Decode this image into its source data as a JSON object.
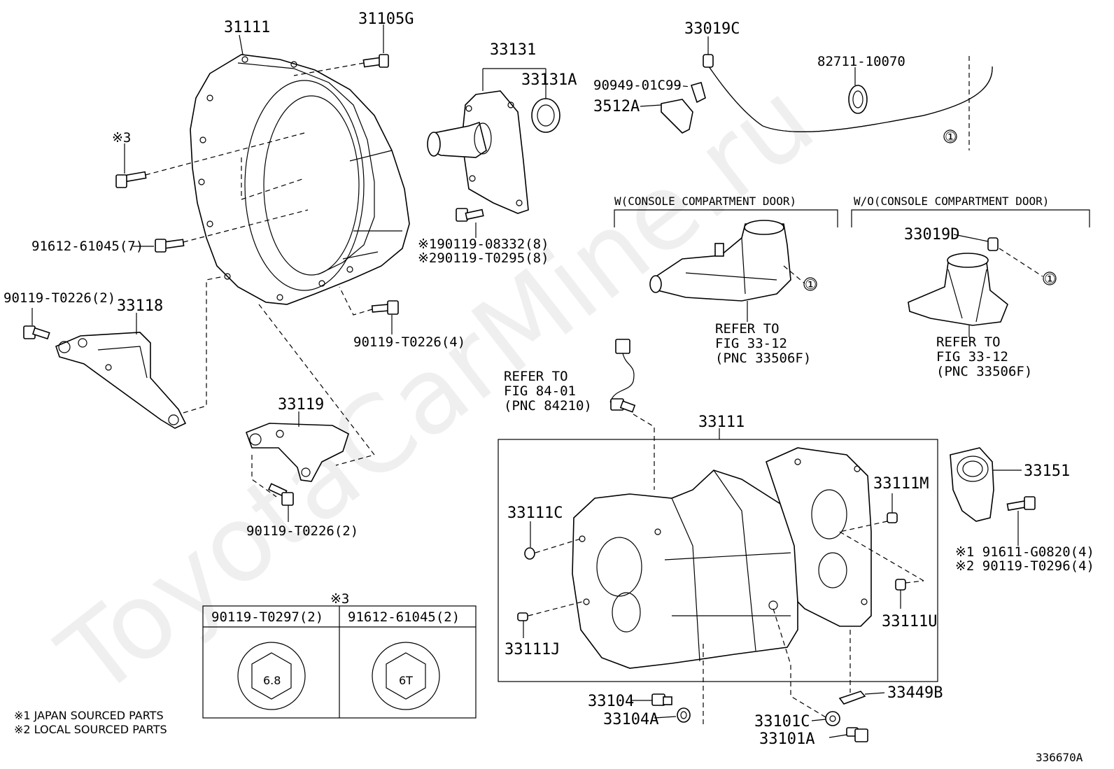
{
  "watermark": "ToyotaCarMine.ru",
  "figure_code": "336670A",
  "labels": {
    "p31111_top": "31111",
    "p31105G": "31105G",
    "p33131": "33131",
    "p33131A": "33131A",
    "p33019C": "33019C",
    "p82711": "82711-10070",
    "p90949": "90949-01C99",
    "p3512A": "3512A",
    "p_x3": "※3",
    "p91612_7": "91612-61045(7)",
    "p90119_2a": "90119-T0226(2)",
    "p33118": "33118",
    "p90119_4": "90119-T0226(4)",
    "p190119": "※190119-08332(8)",
    "p290119": "※290119-T0295(8)",
    "p33119": "33119",
    "p90119_2b": "90119-T0226(2)",
    "w_console": "W(CONSOLE COMPARTMENT DOOR)",
    "wo_console": "W/O(CONSOLE COMPARTMENT DOOR)",
    "p33019D": "33019D",
    "circle1": "①",
    "refer_a1": "REFER TO",
    "refer_a2": "FIG 33-12",
    "refer_a3": "(PNC 33506F)",
    "refer_b1": "REFER TO",
    "refer_b2": "FIG 33-12",
    "refer_b3": "(PNC 33506F)",
    "refer_c1": "REFER TO",
    "refer_c2": "FIG 84-01",
    "refer_c3": "(PNC 84210)",
    "p33111_mid": "33111",
    "p33111C": "33111C",
    "p33111J": "33111J",
    "p33111M": "33111M",
    "p33111U": "33111U",
    "p33151": "33151",
    "p91611": "※1 91611-G0820(4)",
    "p90119_T0296": "※2 90119-T0296(4)",
    "p33104": "33104",
    "p33104A": "33104A",
    "p33101C": "33101C",
    "p33101A": "33101A",
    "p33449B": "33449B"
  },
  "bolt_table": {
    "note": "※3",
    "col1_header": "90119-T0297(2)",
    "col2_header": "91612-61045(2)",
    "col1_mark": "6.8",
    "col2_mark": "6T"
  },
  "footnotes": {
    "line1": "※1 JAPAN SOURCED PARTS",
    "line2": "※2 LOCAL SOURCED PARTS"
  }
}
